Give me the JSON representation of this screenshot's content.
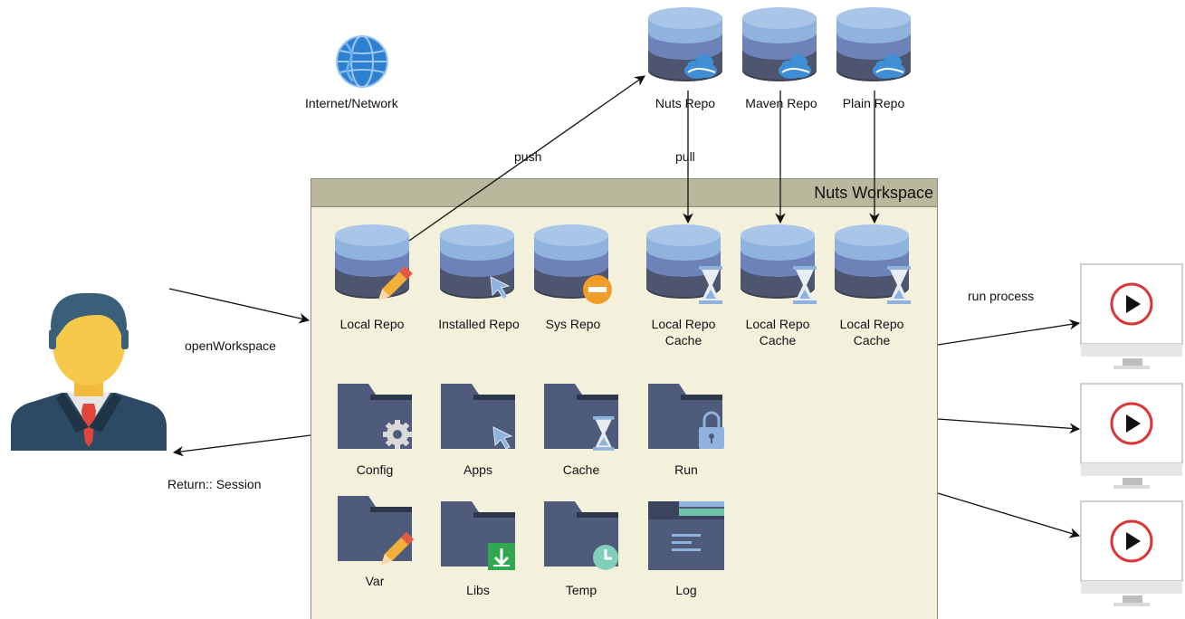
{
  "network": {
    "label": "Internet/Network",
    "icon": "globe-icon"
  },
  "remote_repos": [
    {
      "label": "Nuts Repo",
      "icon": "database-cloud-icon"
    },
    {
      "label": "Maven Repo",
      "icon": "database-cloud-icon"
    },
    {
      "label": "Plain Repo",
      "icon": "database-cloud-icon"
    }
  ],
  "workspace": {
    "title": "Nuts Workspace",
    "repos": [
      {
        "label": "Local Repo",
        "icon": "database-pencil-icon"
      },
      {
        "label": "Installed Repo",
        "icon": "database-cursor-icon"
      },
      {
        "label": "Sys Repo",
        "icon": "database-minus-icon"
      },
      {
        "label": "Local Repo\nCache",
        "icon": "database-hourglass-icon"
      },
      {
        "label": "Local Repo\nCache",
        "icon": "database-hourglass-icon"
      },
      {
        "label": "Local Repo\nCache",
        "icon": "database-hourglass-icon"
      }
    ],
    "folders": [
      {
        "label": "Config",
        "icon": "folder-gear-icon"
      },
      {
        "label": "Apps",
        "icon": "folder-cursor-icon"
      },
      {
        "label": "Cache",
        "icon": "folder-hourglass-icon"
      },
      {
        "label": "Run",
        "icon": "folder-lock-icon"
      },
      {
        "label": "Var",
        "icon": "folder-pencil-icon"
      },
      {
        "label": "Libs",
        "icon": "folder-download-icon"
      },
      {
        "label": "Temp",
        "icon": "folder-clock-icon"
      },
      {
        "label": "Log",
        "icon": "log-file-icon"
      }
    ]
  },
  "edges": {
    "push": "push",
    "pull": "pull",
    "open": "openWorkspace",
    "return": "Return:: Session",
    "run": "run process"
  },
  "user": {
    "icon": "businessman-icon"
  },
  "processes": [
    {
      "icon": "monitor-play-icon"
    },
    {
      "icon": "monitor-play-icon"
    },
    {
      "icon": "monitor-play-icon"
    }
  ],
  "colors": {
    "workspace_bg": "#f3f1dc",
    "workspace_header": "#b9b79c",
    "db_top": "#8fb3dc",
    "db_mid": "#6d82b8",
    "db_dark": "#4e566f",
    "folder": "#4f5b7a",
    "cloud": "#3f8fd6",
    "play_ring": "#d93636"
  }
}
